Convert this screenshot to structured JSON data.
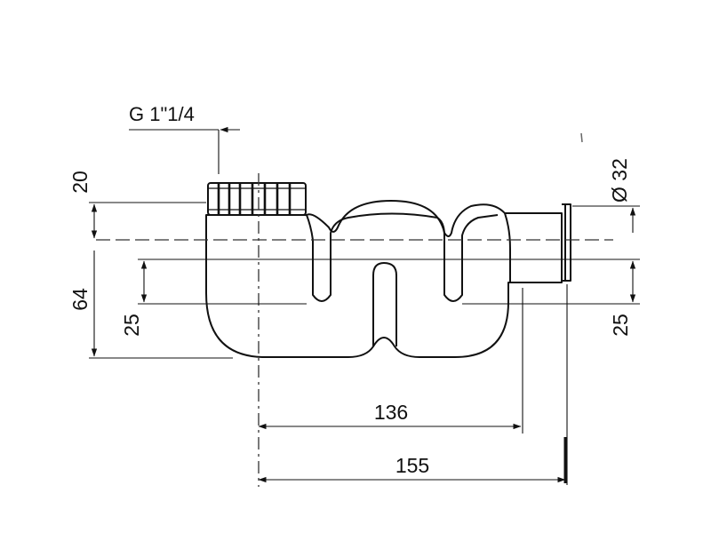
{
  "diagram": {
    "thread_label": "G 1\"1/4",
    "outlet_diameter_label": "Ø 32",
    "dim_top_offset": "20",
    "dim_total_height": "64",
    "dim_left_seal": "25",
    "dim_right_seal": "25",
    "dim_outlet_axis": "136",
    "dim_overall_width": "155"
  },
  "colors": {
    "line": "#111111",
    "dash": "#333333",
    "background": "#ffffff"
  }
}
